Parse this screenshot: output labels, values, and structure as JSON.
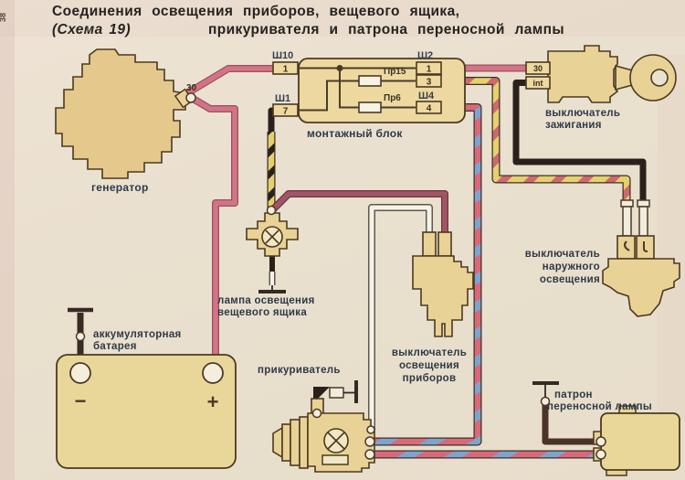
{
  "page_number": "38",
  "title": {
    "line1": "Соединения  освещения  приборов,  вещевого  ящика,",
    "scheme": "(Схема 19)",
    "line2": "прикуривателя  и  патрона  переносной  лампы"
  },
  "mounting_block": {
    "label": "монтажный блок",
    "conn_sh10": "Ш10",
    "conn_sh2": "Ш2",
    "conn_sh1": "Ш1",
    "conn_sh4": "Ш4",
    "pin_sh10_1": "1",
    "pin_sh2_1": "1",
    "pin_sh2_3": "3",
    "pin_sh1_7": "7",
    "pin_sh4_4": "4",
    "fuse_top": "Пр15",
    "fuse_bottom": "Пр6"
  },
  "generator": {
    "label": "генератор",
    "terminal_30": "30"
  },
  "ignition_switch": {
    "label_line1": "выключатель",
    "label_line2": "зажигания",
    "terminal_30": "30",
    "terminal_int": "int"
  },
  "exterior_light_switch": {
    "label_line1": "выключатель",
    "label_line2": "наружного",
    "label_line3": "освещения"
  },
  "glovebox_lamp": {
    "label_line1": "лампа освещения",
    "label_line2": "вещевого ящика"
  },
  "instrument_light_switch": {
    "label_line1": "выключатель",
    "label_line2": "освещения",
    "label_line3": "приборов"
  },
  "battery": {
    "label_line1": "аккумуляторная",
    "label_line2": "батарея",
    "minus_sign": "−",
    "plus_sign": "+"
  },
  "lighter": {
    "label": "прикуриватель"
  },
  "portable_lamp_socket": {
    "label_line1": "патрон",
    "label_line2": "переносной лампы"
  },
  "colors": {
    "paper": "#eae1d0",
    "component_fill": "#e9d295",
    "component_stroke": "#4a3a20",
    "wire_pink": "#d17487",
    "wire_maroon": "#a05666",
    "wire_black": "#2a211c",
    "wire_white": "#f6f2e7",
    "wire_yellow": "#e6d06e",
    "wire_red_stripe": "#d0696f",
    "wire_blue": "#7fa3cc",
    "label_color": "#2d3a46"
  }
}
